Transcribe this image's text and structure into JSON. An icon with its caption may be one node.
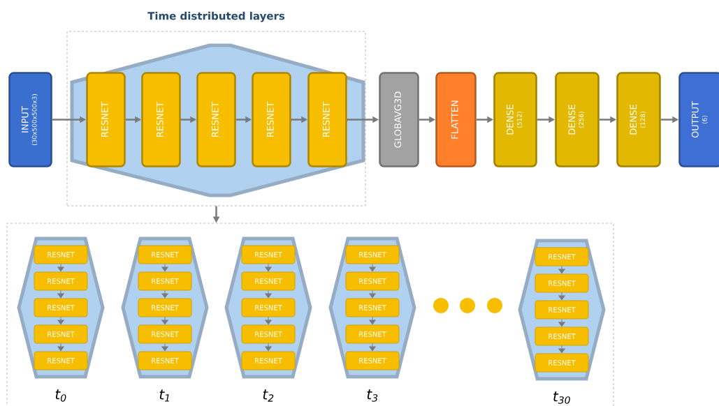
{
  "diagram": {
    "nodes": [
      {
        "text": [
          "INPUT",
          "(30x500x500x3)"
        ]
      },
      {
        "text": [
          "Time distributed layers"
        ]
      },
      {
        "text": [],
        "shape": "hexagon",
        "in": 1
      },
      {
        "text": [
          "RESNET"
        ],
        "in": 2
      },
      {
        "text": [
          "RESNET"
        ],
        "in": 2
      },
      {
        "text": [
          "RESNET"
        ],
        "in": 2
      },
      {
        "text": [
          "RESNET"
        ],
        "in": 2
      },
      {
        "text": [
          "RESNET"
        ],
        "in": 2
      },
      {
        "text": [
          "GLOBAVG3D"
        ]
      },
      {
        "text": [
          "FLATTEN"
        ]
      },
      {
        "text": [
          "DENSE",
          "(512)"
        ]
      },
      {
        "text": [
          "DENSE",
          "(256)"
        ]
      },
      {
        "text": [
          "DENSE",
          "(128)"
        ]
      },
      {
        "text": [
          "OUTPUT",
          "(6)"
        ]
      },
      {
        "text": [],
        "shape": "box"
      },
      {
        "text": [],
        "shape": "hexagon",
        "in": 14,
        "beside": [
          "t$_{0}$"
        ]
      },
      {
        "text": [
          "RESNET"
        ],
        "in": 15
      },
      {
        "text": [
          "RESNET"
        ],
        "in": 15
      },
      {
        "text": [
          "RESNET"
        ],
        "in": 15
      },
      {
        "text": [
          "RESNET"
        ],
        "in": 15
      },
      {
        "text": [
          "RESNET"
        ],
        "in": 15
      },
      {
        "text": [],
        "shape": "hexagon",
        "in": 14,
        "beside": [
          "t$_{1}$"
        ]
      },
      {
        "text": [
          "RESNET"
        ],
        "in": 21
      },
      {
        "text": [
          "RESNET"
        ],
        "in": 21
      },
      {
        "text": [
          "RESNET"
        ],
        "in": 21
      },
      {
        "text": [
          "RESNET"
        ],
        "in": 21
      },
      {
        "text": [
          "RESNET"
        ],
        "in": 21
      },
      {
        "text": [],
        "shape": "hexagon",
        "in": 14,
        "beside": [
          "t$_{2}$"
        ]
      },
      {
        "text": [
          "RESNET"
        ],
        "in": 27
      },
      {
        "text": [
          "RESNET"
        ],
        "in": 27
      },
      {
        "text": [
          "RESNET"
        ],
        "in": 27
      },
      {
        "text": [
          "RESNET"
        ],
        "in": 27
      },
      {
        "text": [
          "RESNET"
        ],
        "in": 27
      },
      {
        "text": [],
        "shape": "hexagon",
        "in": 14,
        "beside": [
          "t$_{3}$"
        ]
      },
      {
        "text": [
          "RESNET"
        ],
        "in": 33
      },
      {
        "text": [
          "RESNET"
        ],
        "in": 33
      },
      {
        "text": [
          "RESNET"
        ],
        "in": 33
      },
      {
        "text": [
          "RESNET"
        ],
        "in": 33
      },
      {
        "text": [
          "RESNET"
        ],
        "in": 33
      },
      {
        "text": [],
        "shape": "hexagon",
        "in": 14,
        "beside": [
          "t$_{30}$"
        ]
      },
      {
        "text": [
          "RESNET"
        ],
        "in": 39
      },
      {
        "text": [
          "RESNET"
        ],
        "in": 39
      },
      {
        "text": [
          "RESNET"
        ],
        "in": 39
      },
      {
        "text": [
          "RESNET"
        ],
        "in": 39
      },
      {
        "text": [
          "RESNET"
        ],
        "in": 39
      }
    ],
    "edges": [
      {
        "from": 0,
        "to": 3,
        "arrow": "to"
      },
      {
        "from": 3,
        "to": 4,
        "arrow": "to"
      },
      {
        "from": 4,
        "to": 5,
        "arrow": "to"
      },
      {
        "from": 5,
        "to": 6,
        "arrow": "to"
      },
      {
        "from": 6,
        "to": 7,
        "arrow": "to"
      },
      {
        "from": 7,
        "to": 8,
        "arrow": "to"
      },
      {
        "from": 8,
        "to": 9,
        "arrow": "to"
      },
      {
        "from": 9,
        "to": 10,
        "arrow": "to"
      },
      {
        "from": 10,
        "to": 11,
        "arrow": "to"
      },
      {
        "from": 11,
        "to": 12,
        "arrow": "to"
      },
      {
        "from": 12,
        "to": 13,
        "arrow": "to"
      },
      {
        "from": 1,
        "to": 14,
        "arrow": "to"
      },
      {
        "from": 16,
        "to": 17,
        "arrow": "to"
      },
      {
        "from": 17,
        "to": 18,
        "arrow": "to"
      },
      {
        "from": 18,
        "to": 19,
        "arrow": "to"
      },
      {
        "from": 19,
        "to": 20,
        "arrow": "to"
      },
      {
        "from": 22,
        "to": 23,
        "arrow": "to"
      },
      {
        "from": 23,
        "to": 24,
        "arrow": "to"
      },
      {
        "from": 24,
        "to": 25,
        "arrow": "to"
      },
      {
        "from": 25,
        "to": 26,
        "arrow": "to"
      },
      {
        "from": 28,
        "to": 29,
        "arrow": "to"
      },
      {
        "from": 29,
        "to": 30,
        "arrow": "to"
      },
      {
        "from": 30,
        "to": 31,
        "arrow": "to"
      },
      {
        "from": 31,
        "to": 32,
        "arrow": "to"
      },
      {
        "from": 34,
        "to": 35,
        "arrow": "to"
      },
      {
        "from": 35,
        "to": 36,
        "arrow": "to"
      },
      {
        "from": 36,
        "to": 37,
        "arrow": "to"
      },
      {
        "from": 37,
        "to": 38,
        "arrow": "to"
      },
      {
        "from": 40,
        "to": 41,
        "arrow": "to"
      },
      {
        "from": 41,
        "to": 42,
        "arrow": "to"
      },
      {
        "from": 42,
        "to": 43,
        "arrow": "to"
      },
      {
        "from": 43,
        "to": 44,
        "arrow": "to"
      }
    ]
  }
}
